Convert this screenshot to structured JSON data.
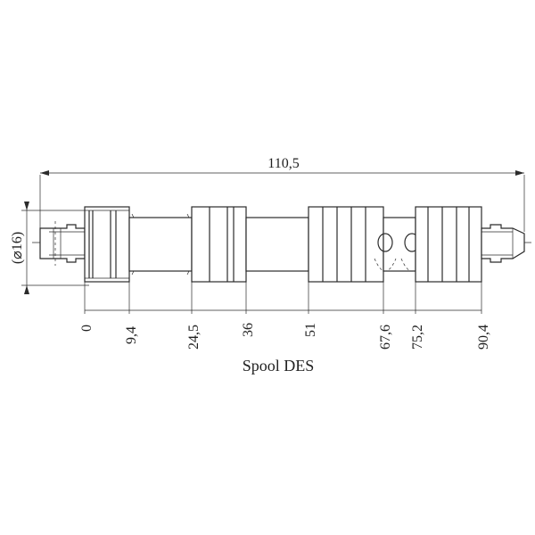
{
  "drawing": {
    "overall_length": "110,5",
    "diameter_label": "(⌀16)",
    "caption": "Spool DES",
    "positions": [
      "0",
      "9,4",
      "24,5",
      "36",
      "51",
      "67,6",
      "75,2",
      "90,4"
    ]
  }
}
